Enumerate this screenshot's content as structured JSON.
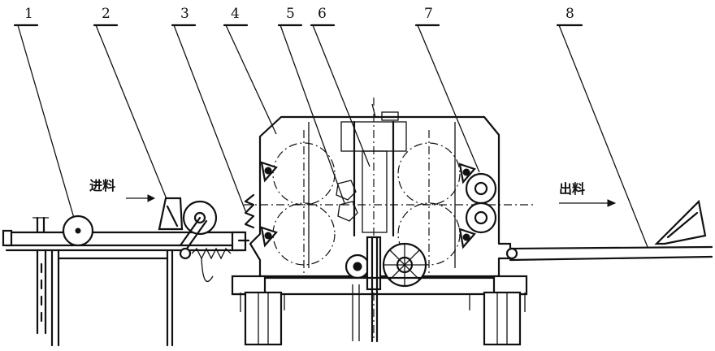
{
  "callouts": [
    {
      "label": "1"
    },
    {
      "label": "2"
    },
    {
      "label": "3"
    },
    {
      "label": "4"
    },
    {
      "label": "5"
    },
    {
      "label": "6"
    },
    {
      "label": "7"
    },
    {
      "label": "8"
    }
  ],
  "feed_in_label": "进料",
  "feed_out_label": "出料"
}
